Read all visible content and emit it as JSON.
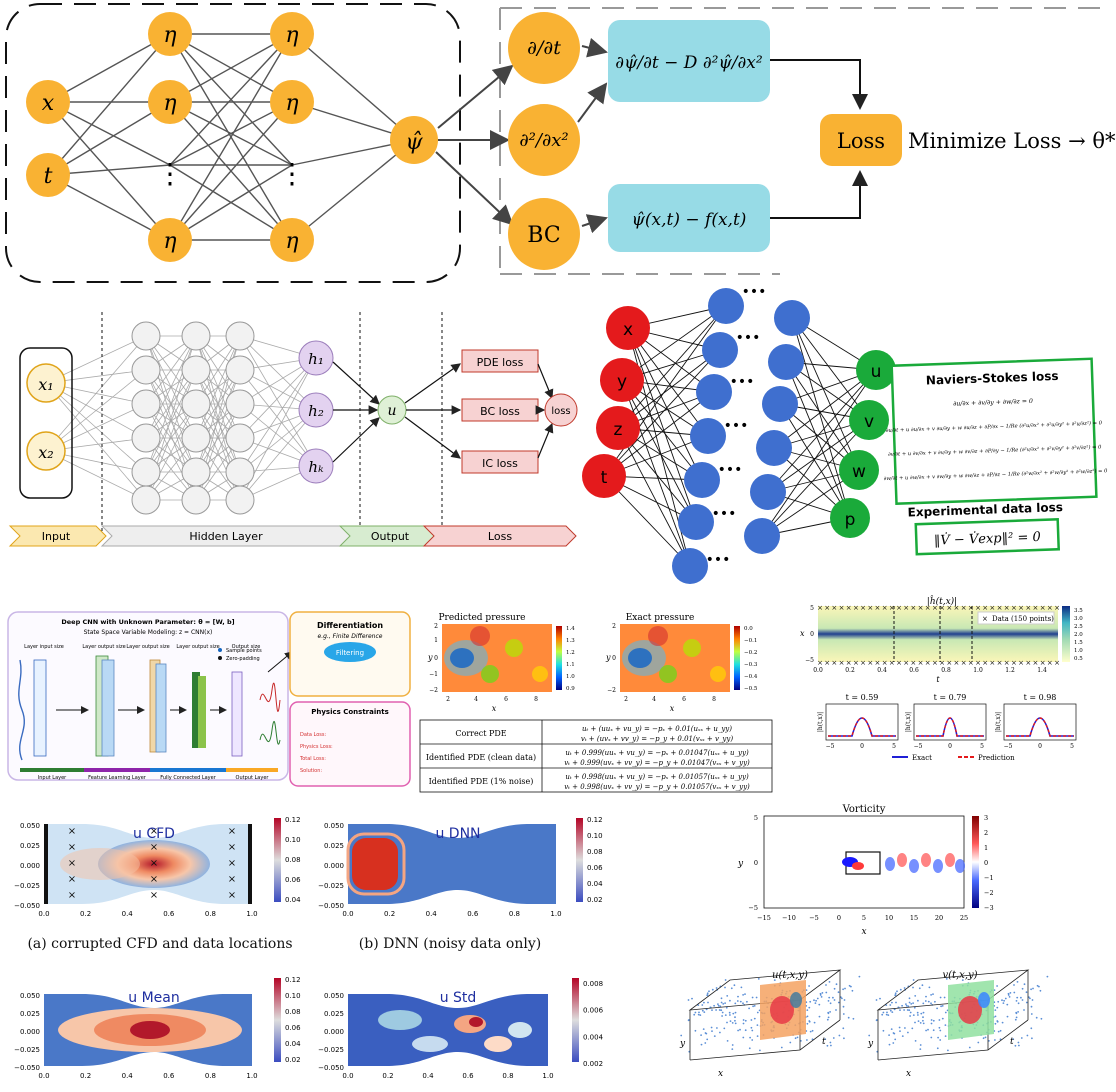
{
  "top_pinn": {
    "inputs": [
      "x",
      "t"
    ],
    "hidden_symbol": "η",
    "ellipsis": "⋮",
    "output_symbol": "ψ̂",
    "derivative_nodes": [
      "∂/∂t",
      "∂²/∂x²",
      "BC"
    ],
    "residual_pde": "∂ψ̂/∂t − D ∂²ψ̂/∂x²",
    "residual_bc": "ψ̂(x,t) − f(x,t)",
    "loss_label": "Loss",
    "minimize_text": "Minimize Loss → θ*"
  },
  "pinn_diagram_2": {
    "inputs": [
      "x₁",
      "x₂"
    ],
    "hidden_outputs": [
      "h₁",
      "h₂",
      "hₖ"
    ],
    "output_node": "u",
    "loss_boxes": [
      "PDE loss",
      "BC loss",
      "IC loss"
    ],
    "loss_node": "loss",
    "stages": [
      "Input",
      "Hidden Layer",
      "Output",
      "Loss"
    ]
  },
  "navier_stokes": {
    "inputs": [
      "x",
      "y",
      "z",
      "t"
    ],
    "outputs": [
      "u",
      "v",
      "w",
      "p"
    ],
    "ellipsis": "•••",
    "ns_loss_title": "Naviers-Stokes loss",
    "ns_equations": [
      "∂u/∂x + ∂v/∂y + ∂w/∂z = 0",
      "∂u/∂t + u ∂u/∂x + v ∂u/∂y + w ∂u/∂z + ∂P/∂x − 1/Re (∂²u/∂x² + ∂²u/∂y² + ∂²u/∂z²) = 0",
      "∂v/∂t + u ∂v/∂x + v ∂v/∂y + w ∂v/∂z + ∂P/∂y − 1/Re (∂²v/∂x² + ∂²v/∂y² + ∂²v/∂z²) = 0",
      "∂w/∂t + u ∂w/∂x + v ∂w/∂y + w ∂w/∂z + ∂P/∂z − 1/Re (∂²w/∂x² + ∂²w/∂y² + ∂²w/∂z²) = 0"
    ],
    "exp_loss_title": "Experimental data loss",
    "exp_loss_eq": "‖V̇ − V̇exp‖² = 0"
  },
  "cnn_panel": {
    "title": "Deep CNN with Unknown Parameter: θ = [W, b]",
    "subtitle": "State Space Variable Modeling: z = CNN(x)",
    "layer_labels": [
      "Layer input size",
      "Layer output size",
      "Layer output size",
      "Layer output size",
      "Output size"
    ],
    "bottom_labels": [
      "Input Layer",
      "Feature Learning Layer",
      "Fully Connected Layer",
      "Output Layer"
    ],
    "legend": [
      "Sample points",
      "Zero-padding"
    ],
    "diff_title": "Differentiation",
    "diff_sub": "e.g., Finite Difference",
    "filtering": "Filtering",
    "physics_title": "Physics Constraints",
    "physics_lines": [
      "Data Loss:",
      "Physics Loss:",
      "Total Loss:",
      "Solution:"
    ]
  },
  "pressure_panel": {
    "titles": [
      "Predicted pressure",
      "Exact pressure"
    ],
    "ylabel": "y",
    "xlabel": "x",
    "xticks": [
      "2",
      "4",
      "6",
      "8"
    ],
    "yticks": [
      "2",
      "1",
      "0",
      "−1",
      "−2"
    ],
    "colorbar_predicted": [
      "1.4",
      "1.3",
      "1.2",
      "1.1",
      "1.0",
      "0.9"
    ],
    "colorbar_exact": [
      "0.0",
      "−0.1",
      "−0.2",
      "−0.3",
      "−0.4",
      "−0.5"
    ],
    "table": [
      {
        "label": "Correct PDE",
        "eqs": [
          "uₜ + (uuₓ + vu_y) = −pₓ + 0.01(uₓₓ + u_yy)",
          "vₜ + (uvₓ + vv_y) = −p_y + 0.01(vₓₓ + v_yy)"
        ]
      },
      {
        "label": "Identified PDE (clean data)",
        "eqs": [
          "uₜ + 0.999(uuₓ + vu_y) = −pₓ + 0.01047(uₓₓ + u_yy)",
          "vₜ + 0.999(uvₓ + vv_y) = −p_y + 0.01047(vₓₓ + v_yy)"
        ]
      },
      {
        "label": "Identified PDE (1% noise)",
        "eqs": [
          "uₜ + 0.998(uuₓ + vu_y) = −pₓ + 0.01057(uₓₓ + u_yy)",
          "vₜ + 0.998(uvₓ + vv_y) = −p_y + 0.01057(vₓₓ + v_yy)"
        ]
      }
    ]
  },
  "burgers_panel": {
    "title": "|ĥ(t,x)|",
    "legend_data": "Data (150 points)",
    "ylabel": "x",
    "xlabel": "t",
    "yticks": [
      "5",
      "0",
      "−5"
    ],
    "xticks": [
      "0.0",
      "0.2",
      "0.4",
      "0.6",
      "0.8",
      "1.0",
      "1.2",
      "1.4"
    ],
    "colorbar": [
      "3.5",
      "3.0",
      "2.5",
      "2.0",
      "1.5",
      "1.0",
      "0.5"
    ],
    "slice_titles": [
      "t = 0.59",
      "t = 0.79",
      "t = 0.98"
    ],
    "slice_ylabel": "|h(t,x)|",
    "slice_xticks": [
      "−5",
      "0",
      "5"
    ],
    "legend_exact": "Exact",
    "legend_prediction": "Prediction"
  },
  "cfd_plots": {
    "titles": [
      "u CFD",
      "u DNN",
      "u Mean",
      "u Std"
    ],
    "yticks": [
      "0.050",
      "0.025",
      "0.000",
      "−0.025",
      "−0.050"
    ],
    "xticks": [
      "0.0",
      "0.2",
      "0.4",
      "0.6",
      "0.8",
      "1.0"
    ],
    "cbar_u": [
      "0.12",
      "0.10",
      "0.08",
      "0.06",
      "0.04"
    ],
    "cbar_dnn": [
      "0.12",
      "0.10",
      "0.08",
      "0.06",
      "0.04",
      "0.02"
    ],
    "cbar_mean": [
      "0.12",
      "0.10",
      "0.08",
      "0.06",
      "0.04",
      "0.02"
    ],
    "cbar_std": [
      "0.008",
      "0.006",
      "0.004",
      "0.002"
    ],
    "captions": [
      "(a) corrupted CFD and data locations",
      "(b) DNN (noisy data only)"
    ]
  },
  "vorticity": {
    "title": "Vorticity",
    "ylabel": "y",
    "xlabel": "x",
    "yticks": [
      "5",
      "0",
      "−5"
    ],
    "xticks": [
      "−15",
      "−10",
      "−5",
      "0",
      "5",
      "10",
      "15",
      "20",
      "25"
    ],
    "colorbar": [
      "3",
      "2",
      "1",
      "0",
      "−1",
      "−2",
      "−3"
    ]
  },
  "boxes_3d": {
    "titles": [
      "u(t,x,y)",
      "v(t,x,y)"
    ],
    "axis_labels": [
      "y",
      "t",
      "x"
    ]
  },
  "colors": {
    "orange": "#f9b233",
    "cyan": "#97dbe6",
    "red": "#e41a1c",
    "blue": "#3f6fcf",
    "green": "#1aaa3a",
    "purple": "#d9c6e8",
    "pink": "#f7c8c8"
  }
}
